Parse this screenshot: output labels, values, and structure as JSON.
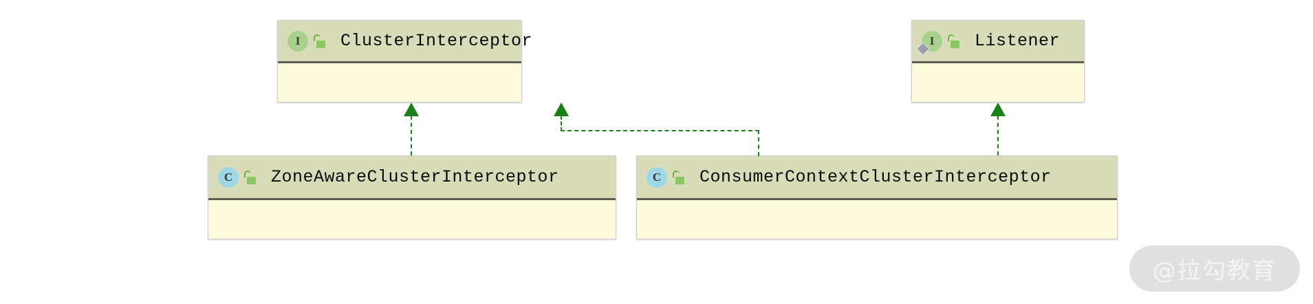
{
  "diagram": {
    "type": "uml-class-diagram",
    "relationship_label": "realization",
    "accent_color": "#1a8017",
    "header_color": "#d9dcb8",
    "body_color": "#fcfbdc",
    "interface_badge_color": "#a9d18e",
    "class_badge_color": "#9ed7e6"
  },
  "nodes": [
    {
      "id": "cluster-interceptor",
      "name": "ClusterInterceptor",
      "stereotype": "interface",
      "badge_letter": "I",
      "visibility_icon": "unlocked-lock-icon",
      "has_inner_marker": false
    },
    {
      "id": "listener",
      "name": "Listener",
      "stereotype": "interface",
      "badge_letter": "I",
      "visibility_icon": "unlocked-lock-icon",
      "has_inner_marker": true
    },
    {
      "id": "zone-aware-cluster-interceptor",
      "name": "ZoneAwareClusterInterceptor",
      "stereotype": "class",
      "badge_letter": "C",
      "visibility_icon": "unlocked-lock-icon",
      "has_inner_marker": false
    },
    {
      "id": "consumer-context-cluster-interceptor",
      "name": "ConsumerContextClusterInterceptor",
      "stereotype": "class",
      "badge_letter": "C",
      "visibility_icon": "unlocked-lock-icon",
      "has_inner_marker": false
    }
  ],
  "edges": [
    {
      "from": "zone-aware-cluster-interceptor",
      "to": "cluster-interceptor",
      "kind": "realization"
    },
    {
      "from": "consumer-context-cluster-interceptor",
      "to": "cluster-interceptor",
      "kind": "realization"
    },
    {
      "from": "consumer-context-cluster-interceptor",
      "to": "listener",
      "kind": "realization"
    }
  ],
  "watermark": {
    "text": "@拉勾教育"
  }
}
